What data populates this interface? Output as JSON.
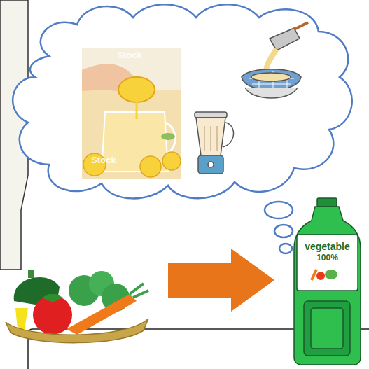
{
  "diagram": {
    "labels": [
      "Stock",
      "Stock",
      "vegetable",
      "100%"
    ]
  }
}
